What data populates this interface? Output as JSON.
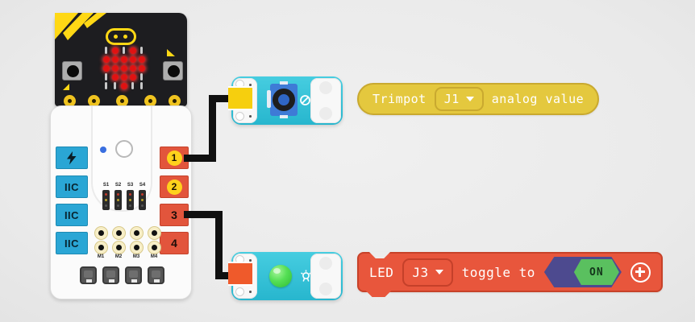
{
  "microbit": {
    "led_matrix": [
      [
        0,
        1,
        0,
        1,
        0
      ],
      [
        1,
        1,
        1,
        1,
        1
      ],
      [
        1,
        1,
        1,
        1,
        1
      ],
      [
        0,
        1,
        1,
        1,
        0
      ],
      [
        0,
        0,
        1,
        0,
        0
      ]
    ]
  },
  "expansion_board": {
    "left_ports": [
      {
        "type": "power"
      },
      {
        "type": "label",
        "label": "IIC"
      },
      {
        "type": "label",
        "label": "IIC"
      },
      {
        "type": "label",
        "label": "IIC"
      }
    ],
    "right_ports": [
      {
        "label": "1",
        "badge": true
      },
      {
        "label": "2",
        "badge": true
      },
      {
        "label": "3",
        "badge": false
      },
      {
        "label": "4",
        "badge": false
      }
    ],
    "servo_pins": [
      "S1",
      "S2",
      "S3",
      "S4"
    ],
    "motor_pins": [
      "M1",
      "M2",
      "M3",
      "M4"
    ]
  },
  "blocks": {
    "trimpot": {
      "label": "Trimpot",
      "port": "J1",
      "suffix": "analog value"
    },
    "led": {
      "label": "LED",
      "port": "J3",
      "action": "toggle to",
      "toggle_state": "ON"
    }
  },
  "colors": {
    "block_yellow": "#e4c83e",
    "block_red": "#e8563c",
    "toggle_purple": "#4d4a8f",
    "toggle_green": "#5ac05f",
    "module_teal": "#2fc3da",
    "port_blue": "#2aa6d5",
    "port_red": "#e2553c",
    "badge_yellow": "#ffd21c",
    "microbit_yellow": "#ffd815",
    "led_matrix_red": "#e01212"
  }
}
